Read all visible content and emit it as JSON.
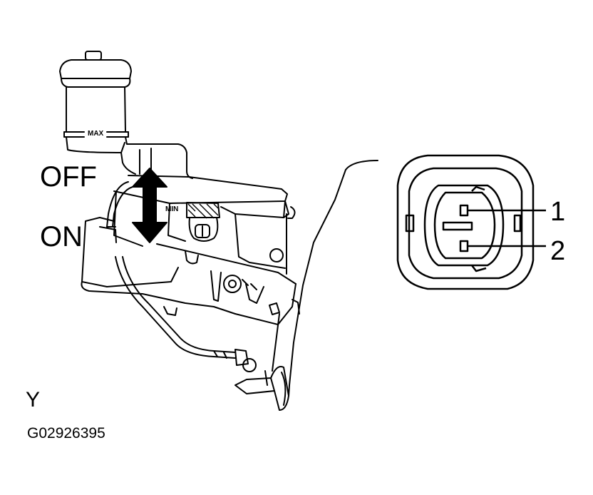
{
  "switch_states": {
    "off_label": "OFF",
    "on_label": "ON"
  },
  "reservoir": {
    "max_mark": "MAX",
    "min_mark": "MIN"
  },
  "connector": {
    "pin_labels": [
      "1",
      "2"
    ]
  },
  "view_letter": "Y",
  "figure_id": "G02926395"
}
